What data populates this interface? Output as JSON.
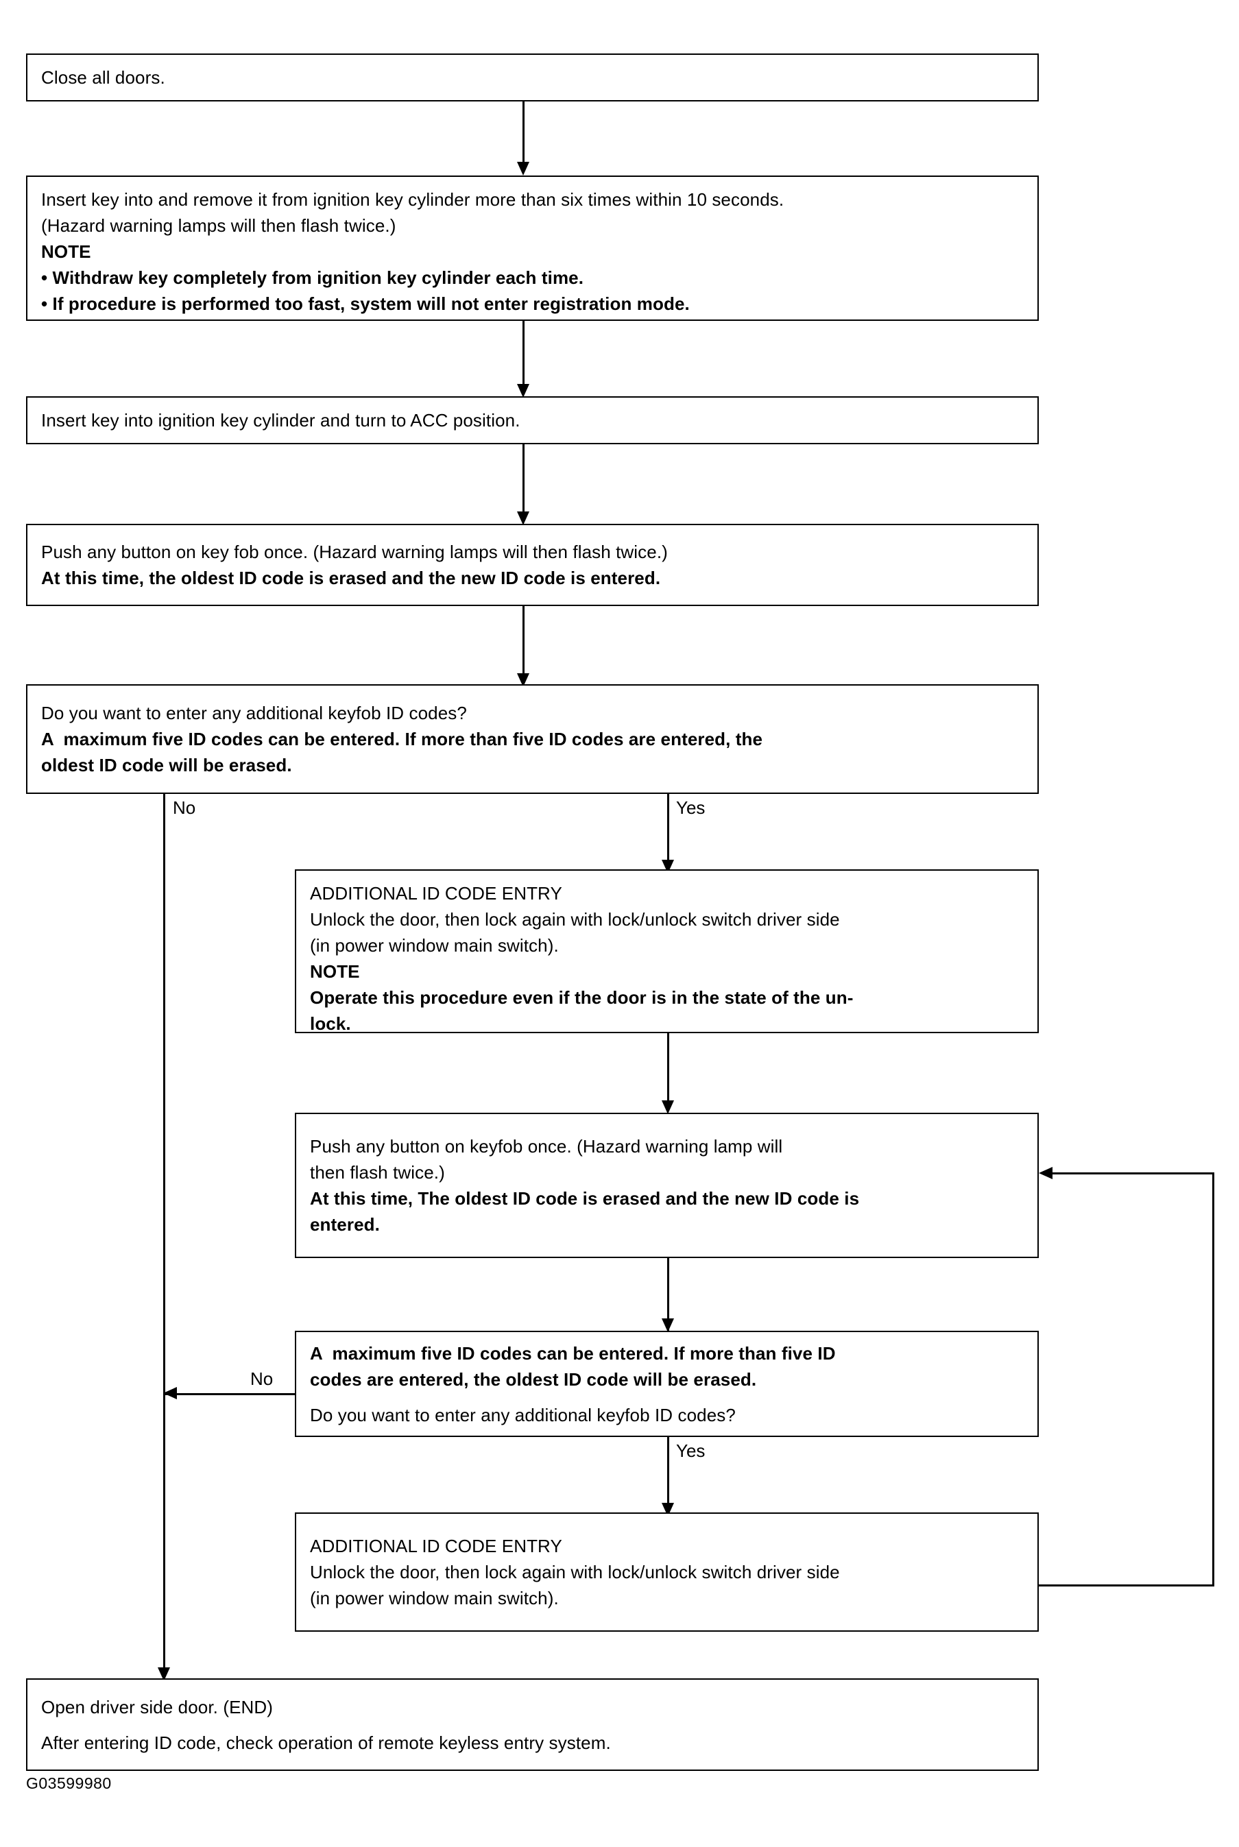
{
  "figure": {
    "id_label": "G03599980",
    "type": "flowchart",
    "title": "Keyless entry keyfob ID code registration procedure"
  },
  "nodes": {
    "close_doors": {
      "lines": [
        {
          "text": "Close all doors.",
          "bold": false
        }
      ]
    },
    "insert_remove_key": {
      "lines": [
        {
          "text": "Insert key into and remove it from ignition key cylinder more than six times within 10 seconds.",
          "bold": false
        },
        {
          "text": "(Hazard warning lamps will then flash twice.)",
          "bold": false
        },
        {
          "text": "NOTE",
          "bold": true
        },
        {
          "text": "• Withdraw key completely from ignition key cylinder each time.",
          "bold": true
        },
        {
          "text": "• If procedure is performed too fast, system will not enter registration mode.",
          "bold": true
        }
      ]
    },
    "turn_acc": {
      "lines": [
        {
          "text": "Insert key into ignition key cylinder and turn to ACC position.",
          "bold": false
        }
      ]
    },
    "push_button_first": {
      "lines": [
        {
          "text": "Push any button on key fob once. (Hazard warning lamps will then flash twice.)",
          "bold": false
        },
        {
          "text": "At this time, the oldest ID code is erased and the new ID code is entered.",
          "bold": true
        }
      ]
    },
    "decision_first": {
      "lines": [
        {
          "text": "Do you want to enter any additional keyfob ID codes?",
          "bold": false
        },
        {
          "text": "A  maximum five ID codes can be entered. If more than five ID codes are entered, the\noldest ID code will be erased.",
          "bold": true
        }
      ]
    },
    "additional_entry_first": {
      "lines": [
        {
          "text": "ADDITIONAL ID CODE ENTRY",
          "bold": false
        },
        {
          "text": "Unlock the door, then lock again with lock/unlock switch driver side\n(in power window main switch).",
          "bold": false
        },
        {
          "text": "NOTE",
          "bold": true
        },
        {
          "text": "Operate this procedure even if the door is in the state of the un-\nlock.",
          "bold": true
        }
      ]
    },
    "push_button_second": {
      "lines": [
        {
          "text": "Push any button on keyfob once. (Hazard warning lamp will\nthen flash twice.)",
          "bold": false
        },
        {
          "text": "At this time, The oldest ID code is erased and the new ID code is\nentered.",
          "bold": true
        }
      ]
    },
    "decision_second": {
      "lines": [
        {
          "text": "A  maximum five ID codes can be entered. If more than five ID\ncodes are entered, the oldest ID code will be erased.",
          "bold": true
        },
        {
          "text": "Do you want to enter any additional keyfob ID codes?",
          "bold": false
        }
      ]
    },
    "additional_entry_second": {
      "lines": [
        {
          "text": "ADDITIONAL ID CODE ENTRY",
          "bold": false
        },
        {
          "text": "Unlock the door, then lock again with lock/unlock switch driver side\n(in power window main switch).",
          "bold": false
        }
      ]
    },
    "end_node": {
      "lines": [
        {
          "text": "Open driver side door. (END)",
          "bold": false
        },
        {
          "text": "After entering ID code, check operation of remote keyless entry system.",
          "bold": true
        }
      ]
    }
  },
  "edges": {
    "decision_first_no": "No",
    "decision_first_yes": "Yes",
    "decision_second_no": "No",
    "decision_second_yes": "Yes"
  },
  "colors": {
    "stroke": "#000000",
    "background": "#ffffff",
    "text": "#000000"
  }
}
